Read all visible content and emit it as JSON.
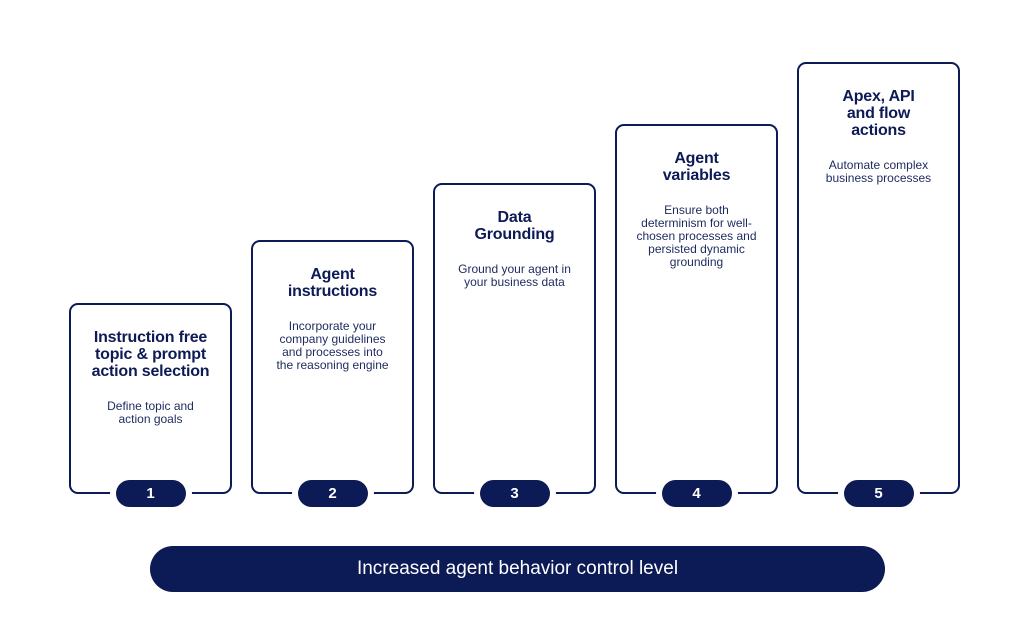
{
  "steps": [
    {
      "number": "1",
      "title": "Instruction free\ntopic & prompt\naction selection",
      "description": "Define topic and\naction goals"
    },
    {
      "number": "2",
      "title": "Agent\ninstructions",
      "description": "Incorporate your\ncompany guidelines\nand processes into\nthe reasoning engine"
    },
    {
      "number": "3",
      "title": "Data\nGrounding",
      "description": "Ground your agent in\nyour business data"
    },
    {
      "number": "4",
      "title": "Agent\nvariables",
      "description": "Ensure both\ndeterminism for well-\nchosen processes and\npersisted dynamic\ngrounding"
    },
    {
      "number": "5",
      "title": "Apex, API\nand flow\nactions",
      "description": "Automate complex\nbusiness processes"
    }
  ],
  "footer_bar": {
    "label": "Increased agent behavior control level"
  },
  "colors": {
    "navy": "#0c1a55",
    "background": "#ffffff"
  }
}
